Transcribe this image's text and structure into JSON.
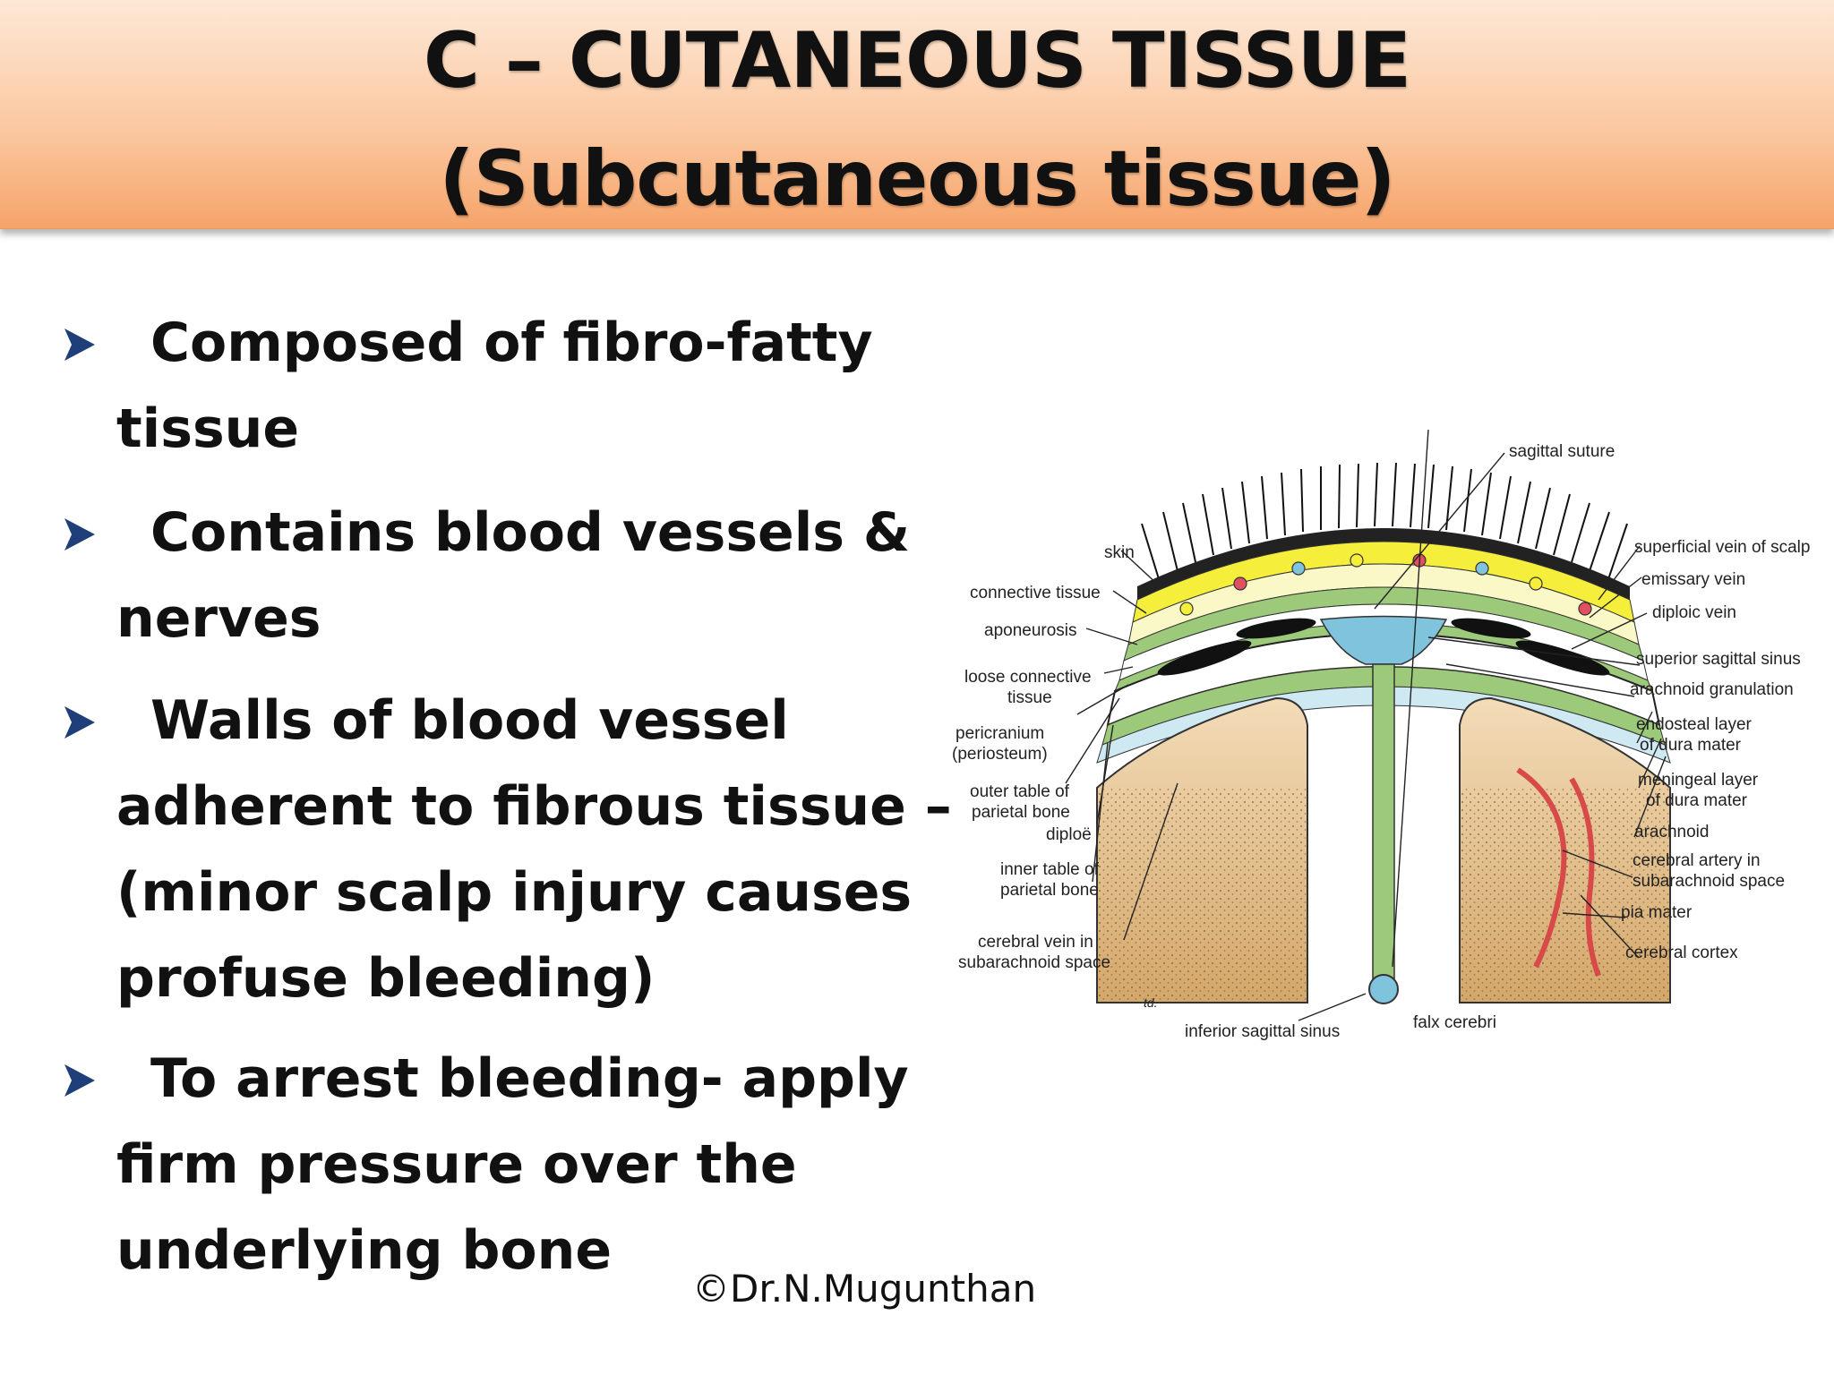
{
  "slide": {
    "title_line1": "C – CUTANEOUS TISSUE",
    "title_line2": "(Subcutaneous  tissue)",
    "bullets": [
      "Composed of fibro-fatty tissue",
      "Contains blood vessels & nerves",
      "Walls of blood vessel adherent to fibrous tissue – (minor scalp injury causes profuse bleeding)",
      "To arrest bleeding- apply firm pressure over the underlying bone"
    ],
    "copyright": "©Dr.N.Mugunthan"
  },
  "figure": {
    "labels": {
      "sagittal_suture": "sagittal suture",
      "skin": "skin",
      "connective_tissue": "connective tissue",
      "aponeurosis": "aponeurosis",
      "loose_connective_1": "loose connective",
      "loose_connective_2": "tissue",
      "pericranium_1": "pericranium",
      "pericranium_2": "(periosteum)",
      "outer_table_1": "outer table of",
      "outer_table_2": "parietal bone",
      "diploe": "diploë",
      "inner_table_1": "inner table of",
      "inner_table_2": "parietal bone",
      "cerebral_vein_1": "cerebral vein in",
      "cerebral_vein_2": "subarachnoid space",
      "inferior_sagittal_sinus": "inferior sagittal sinus",
      "falx_cerebri": "falx cerebri",
      "superficial_vein": "superficial vein of scalp",
      "emissary_vein": "emissary vein",
      "diploic_vein": "diploic vein",
      "superior_sagittal_sinus": "superior sagittal sinus",
      "arachnoid_granulation": "arachnoid granulation",
      "endosteal_1": "endosteal layer",
      "endosteal_2": "of dura mater",
      "meningeal_1": "meningeal layer",
      "meningeal_2": "of dura mater",
      "arachnoid": "arachnoid",
      "cerebral_artery_1": "cerebral artery in",
      "cerebral_artery_2": "subarachnoid space",
      "pia_mater": "pia mater",
      "cerebral_cortex": "cerebral cortex",
      "artist_mark": "td."
    }
  },
  "colors": {
    "title_gradient_top": "#fde8d6",
    "title_gradient_bottom": "#f6a46a",
    "bullet_marker": "#1f3f7a",
    "skin_yellow": "#f5ee3a",
    "membrane_green": "#9cc97a",
    "sinus_blue": "#7fc3dc",
    "cortex_tan": "#d4a76a",
    "artery_red": "#d84a4a"
  }
}
